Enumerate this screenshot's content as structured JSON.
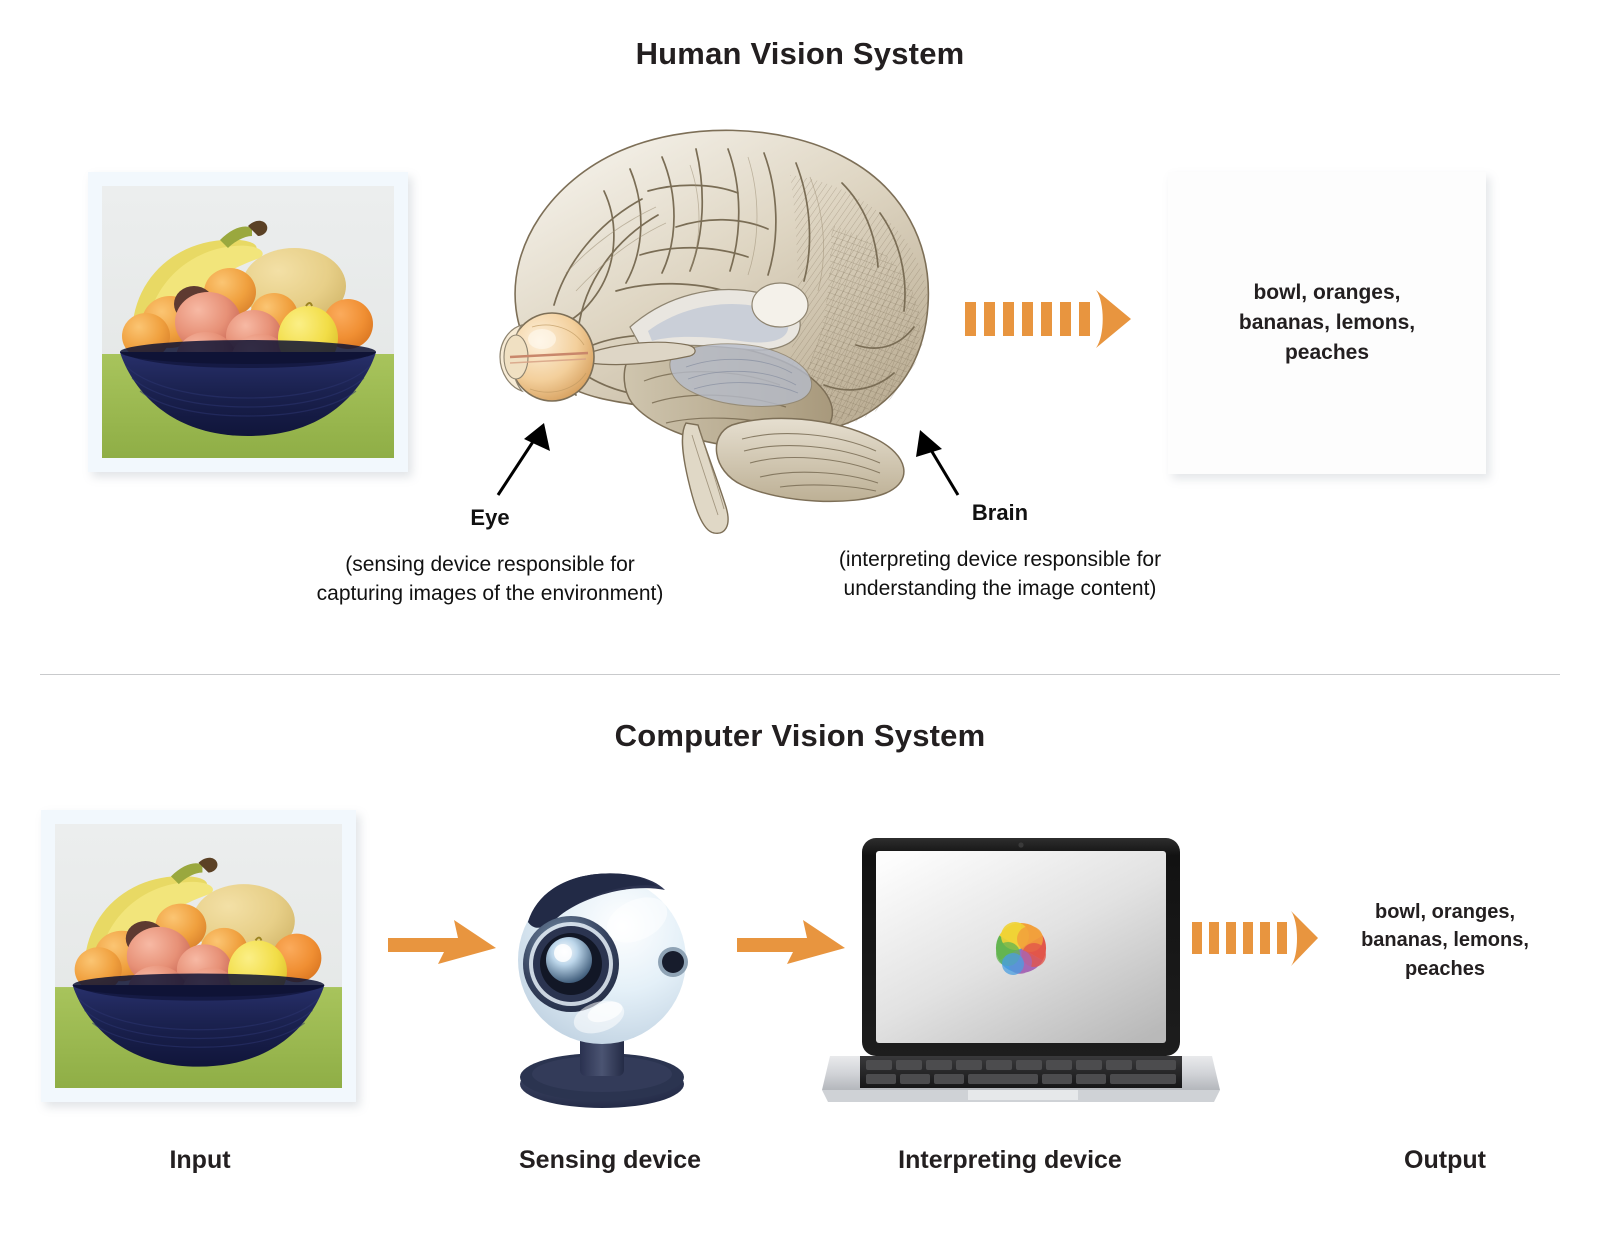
{
  "human_section": {
    "title": "Human Vision System",
    "input_photo": {
      "alt": "bowl of fruit photograph",
      "contents": "navy bowl with bananas, lemons, oranges, apricots and peaches on a green surface"
    },
    "callouts": [
      {
        "name": "Eye",
        "description_line1": "(sensing device responsible for",
        "description_line2": "capturing images of the environment)"
      },
      {
        "name": "Brain",
        "description_line1": "(interpreting device responsible for",
        "description_line2": "understanding the image content)"
      }
    ],
    "output": {
      "line1": "bowl, oranges,",
      "line2": "bananas, lemons,",
      "line3": "peaches"
    }
  },
  "computer_section": {
    "title": "Computer Vision System",
    "input_photo": {
      "alt": "bowl of fruit photograph",
      "contents": "navy bowl with bananas, lemons, oranges, apricots and peaches on a green surface"
    },
    "row_labels": {
      "input": "Input",
      "sensing": "Sensing device",
      "interpreting": "Interpreting device",
      "output": "Output"
    },
    "output": {
      "line1": "bowl, oranges,",
      "line2": "bananas, lemons,",
      "line3": "peaches"
    }
  },
  "icons": {
    "brain": "brain-anatomy-icon",
    "eyeball": "eyeball-icon",
    "webcam": "webcam-icon",
    "laptop": "laptop-icon",
    "spinner": "color-wheel-spinner-icon",
    "arrow_solid": "arrow-right-solid-icon",
    "arrow_dashed": "arrow-right-dashed-icon",
    "pointer": "pointer-arrow-icon"
  },
  "colors": {
    "accent_orange": "#e8953f",
    "title_text": "#231f20",
    "divider": "#c9cacc",
    "photo_frame": "#f2f8fd",
    "brain_sepia": "#b9ab92",
    "webcam_body": "#dfeaf4",
    "webcam_dark": "#2b3450",
    "laptop_bezel": "#1a1a1a"
  }
}
